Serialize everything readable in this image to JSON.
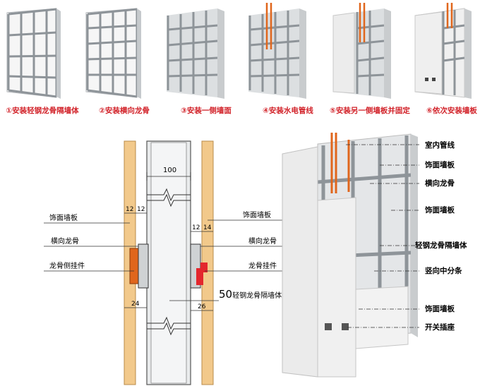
{
  "steps": [
    {
      "caption": "①安装轻钢龙骨隔墙体"
    },
    {
      "caption": "②安装横向龙骨"
    },
    {
      "caption": "③安装一侧墙面"
    },
    {
      "caption": "④安装水电管线"
    },
    {
      "caption": "⑤安装另一侧墙板并固定"
    },
    {
      "caption": "⑥依次安装墙板"
    }
  ],
  "section": {
    "dims": {
      "top_width": "100",
      "left_a": "12",
      "left_b": "12",
      "right_a": "12",
      "right_b": "14",
      "bottom_left": "24",
      "bottom_right": "26"
    },
    "left_labels": [
      "饰面墙板",
      "横向龙骨",
      "龙骨侧挂件"
    ],
    "right_labels": [
      "饰面墙板",
      "横向龙骨",
      "龙骨挂件"
    ],
    "wall_num": "50",
    "wall_text": "轻钢龙骨隔墙体"
  },
  "callouts": [
    "室内管线",
    "饰面墙板",
    "横向龙骨",
    "饰面墙板",
    "轻钢龙骨隔墙体",
    "竖向中分条",
    "饰面墙板",
    "开关插座"
  ],
  "colors": {
    "caption": "#d2232a",
    "pipe": "#e0661c",
    "wood": "#f2c98b",
    "steel": "#9ea4a8"
  }
}
